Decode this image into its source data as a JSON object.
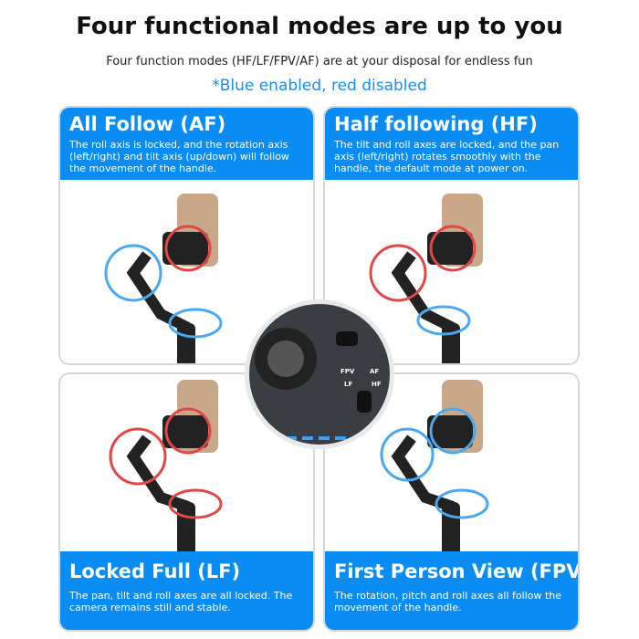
{
  "header": {
    "title": "Four functional modes are up to you",
    "subtitle": "Four function modes (HF/LF/FPV/AF) are at your disposal for endless fun",
    "note": "*Blue enabled, red disabled"
  },
  "colors": {
    "accent": "#0a8cf5",
    "enabled": "#4aa8f0",
    "disabled": "#e04848"
  },
  "modes": [
    {
      "title": "All Follow (AF)",
      "desc": "The roll axis is locked, and the rotation axis (left/right) and tilt axis (up/down) will follow the movement of the handle."
    },
    {
      "title": "Half following (HF)",
      "desc": "The tilt and roll axes are locked, and the pan axis (left/right) rotates smoothly with the handle, the default mode at power on."
    },
    {
      "title": "Locked Full (LF)",
      "desc": "The pan, tilt and roll axes are all locked. The camera remains still and stable."
    },
    {
      "title": "First Person View (FPV)",
      "desc": "The rotation, pitch and roll axes all follow the movement of the handle."
    }
  ],
  "control_panel": {
    "labels": [
      "FPV",
      "AF",
      "LF",
      "HF"
    ]
  }
}
